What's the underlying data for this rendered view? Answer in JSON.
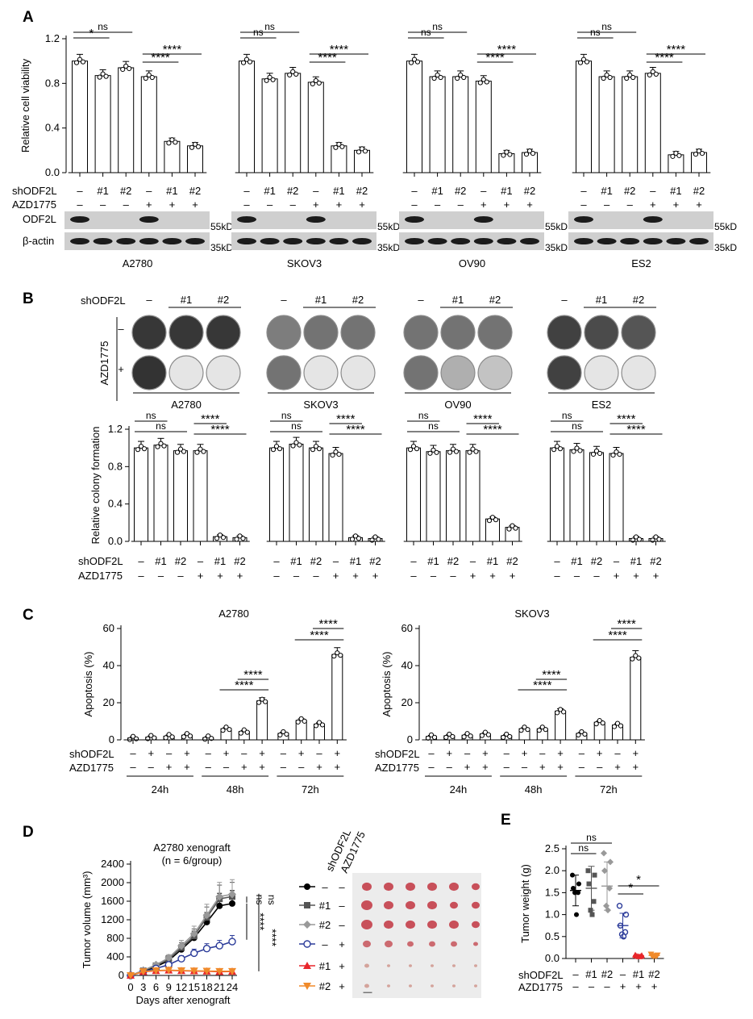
{
  "panel_letters": [
    "A",
    "B",
    "C",
    "D",
    "E"
  ],
  "row_labels": {
    "sh": "shODF2L",
    "azd": "AZD1775",
    "odf": "ODF2L",
    "actin": "β-actin"
  },
  "marks": {
    "dash": "–",
    "plus": "+",
    "h1": "#1",
    "h2": "#2"
  },
  "kd": {
    "k55": "55kD",
    "k35": "35kD"
  },
  "panelB": {
    "sh_header": "shODF2L",
    "azd_label": "AZD1775"
  },
  "panelD": {
    "scale_note": "—"
  },
  "colors": {
    "bar_fill": "#ffffff",
    "black": "#000000",
    "gray": "#555555",
    "light_gray": "#999999",
    "blue": "#2c3c9a",
    "red": "#e8262b",
    "orange": "#f08a2a",
    "blot_bg": "#cfcfcf",
    "band": "#1b1b1b"
  },
  "chart_data": [
    {
      "id": "A",
      "type": "bar",
      "ylabel": "Relative cell viability",
      "yticks": [
        "0.0",
        "0.4",
        "0.8",
        "1.2"
      ],
      "ylim": [
        0,
        1.2
      ],
      "sh_row": [
        "–",
        "#1",
        "#2",
        "–",
        "#1",
        "#2"
      ],
      "azd_row": [
        "–",
        "–",
        "–",
        "+",
        "+",
        "+"
      ],
      "groups": [
        {
          "name": "A2780",
          "values": [
            1.0,
            0.87,
            0.94,
            0.86,
            0.28,
            0.24
          ],
          "sig": [
            {
              "a": 0,
              "b": 1,
              "t": "*"
            },
            {
              "a": 0,
              "b": 2,
              "t": "ns"
            },
            {
              "a": 3,
              "b": 4,
              "t": "****"
            },
            {
              "a": 3,
              "b": 5,
              "t": "****"
            }
          ]
        },
        {
          "name": "SKOV3",
          "values": [
            1.0,
            0.84,
            0.89,
            0.81,
            0.24,
            0.2
          ],
          "sig": [
            {
              "a": 0,
              "b": 1,
              "t": "ns"
            },
            {
              "a": 0,
              "b": 2,
              "t": "ns"
            },
            {
              "a": 3,
              "b": 4,
              "t": "****"
            },
            {
              "a": 3,
              "b": 5,
              "t": "****"
            }
          ]
        },
        {
          "name": "OV90",
          "values": [
            1.0,
            0.86,
            0.86,
            0.82,
            0.17,
            0.18
          ],
          "sig": [
            {
              "a": 0,
              "b": 1,
              "t": "ns"
            },
            {
              "a": 0,
              "b": 2,
              "t": "ns"
            },
            {
              "a": 3,
              "b": 4,
              "t": "****"
            },
            {
              "a": 3,
              "b": 5,
              "t": "****"
            }
          ]
        },
        {
          "name": "ES2",
          "values": [
            1.0,
            0.86,
            0.86,
            0.89,
            0.16,
            0.18
          ],
          "sig": [
            {
              "a": 0,
              "b": 1,
              "t": "ns"
            },
            {
              "a": 0,
              "b": 2,
              "t": "ns"
            },
            {
              "a": 3,
              "b": 4,
              "t": "****"
            },
            {
              "a": 3,
              "b": 5,
              "t": "****"
            }
          ]
        }
      ]
    },
    {
      "id": "B",
      "type": "bar",
      "ylabel": "Relative colony formation",
      "yticks": [
        "0.0",
        "0.4",
        "0.8",
        "1.2"
      ],
      "ylim": [
        0,
        1.2
      ],
      "sh_row": [
        "–",
        "#1",
        "#2",
        "–",
        "#1",
        "#2"
      ],
      "azd_row": [
        "–",
        "–",
        "–",
        "+",
        "+",
        "+"
      ],
      "groups": [
        {
          "name": "A2780",
          "values": [
            1.0,
            1.03,
            0.97,
            0.97,
            0.05,
            0.04
          ],
          "survival": [
            0.9,
            0.9,
            0.9,
            0.92,
            0.03,
            0.03
          ],
          "sig": [
            {
              "a": 0,
              "b": 1,
              "t": "ns"
            },
            {
              "a": 0,
              "b": 2,
              "t": "ns"
            },
            {
              "a": 3,
              "b": 4,
              "t": "****"
            },
            {
              "a": 3,
              "b": 5,
              "t": "****"
            }
          ]
        },
        {
          "name": "SKOV3",
          "values": [
            1.0,
            1.04,
            1.0,
            0.94,
            0.04,
            0.03
          ],
          "survival": [
            0.55,
            0.6,
            0.6,
            0.6,
            0.03,
            0.03
          ],
          "sig": [
            {
              "a": 0,
              "b": 1,
              "t": "ns"
            },
            {
              "a": 0,
              "b": 2,
              "t": "ns"
            },
            {
              "a": 3,
              "b": 4,
              "t": "****"
            },
            {
              "a": 3,
              "b": 5,
              "t": "****"
            }
          ]
        },
        {
          "name": "OV90",
          "values": [
            1.0,
            0.96,
            0.97,
            0.97,
            0.24,
            0.15
          ],
          "survival": [
            0.6,
            0.6,
            0.6,
            0.6,
            0.3,
            0.2
          ],
          "sig": [
            {
              "a": 0,
              "b": 1,
              "t": "ns"
            },
            {
              "a": 0,
              "b": 2,
              "t": "ns"
            },
            {
              "a": 3,
              "b": 4,
              "t": "****"
            },
            {
              "a": 3,
              "b": 5,
              "t": "****"
            }
          ]
        },
        {
          "name": "ES2",
          "values": [
            1.0,
            0.98,
            0.95,
            0.94,
            0.03,
            0.03
          ],
          "survival": [
            0.85,
            0.8,
            0.75,
            0.85,
            0.03,
            0.03
          ],
          "sig": [
            {
              "a": 0,
              "b": 1,
              "t": "ns"
            },
            {
              "a": 0,
              "b": 2,
              "t": "ns"
            },
            {
              "a": 3,
              "b": 4,
              "t": "****"
            },
            {
              "a": 3,
              "b": 5,
              "t": "****"
            }
          ]
        }
      ]
    },
    {
      "id": "C",
      "type": "bar",
      "ylabel": "Apoptosis (%)",
      "yticks": [
        "0",
        "20",
        "40",
        "60"
      ],
      "ylim": [
        0,
        60
      ],
      "sh_row": [
        "–",
        "+",
        "–",
        "+",
        "–",
        "+",
        "–",
        "+",
        "–",
        "+",
        "–",
        "+"
      ],
      "azd_row": [
        "–",
        "–",
        "+",
        "+",
        "–",
        "–",
        "+",
        "+",
        "–",
        "–",
        "+",
        "+"
      ],
      "time_labels": [
        "24h",
        "48h",
        "72h"
      ],
      "groups": [
        {
          "name": "A2780",
          "values": [
            1.0,
            1.5,
            2.0,
            2.5,
            1.2,
            6.0,
            4.5,
            21.0,
            3.5,
            10.5,
            8.5,
            46.0
          ],
          "sig": [
            {
              "a": 6,
              "b": 7,
              "t": "****"
            },
            {
              "a": 5,
              "b": 7,
              "t": "****"
            },
            {
              "a": 10,
              "b": 11,
              "t": "****"
            },
            {
              "a": 9,
              "b": 11,
              "t": "****"
            }
          ]
        },
        {
          "name": "SKOV3",
          "values": [
            1.8,
            2.2,
            2.5,
            3.2,
            2.2,
            6.0,
            6.0,
            15.5,
            3.5,
            9.5,
            8.0,
            44.5
          ],
          "sig": [
            {
              "a": 6,
              "b": 7,
              "t": "****"
            },
            {
              "a": 5,
              "b": 7,
              "t": "****"
            },
            {
              "a": 10,
              "b": 11,
              "t": "****"
            },
            {
              "a": 9,
              "b": 11,
              "t": "****"
            }
          ]
        }
      ]
    },
    {
      "id": "D",
      "type": "line",
      "title": "A2780 xenograft",
      "subtitle": "(n = 6/group)",
      "xlabel": "Days after xenograft",
      "ylabel": "Tumor volume (mm³)",
      "x": [
        0,
        3,
        6,
        9,
        12,
        15,
        18,
        21,
        24
      ],
      "xticks": [
        "0",
        "3",
        "6",
        "9",
        "12",
        "15",
        "18",
        "21",
        "24"
      ],
      "yticks": [
        "0",
        "400",
        "800",
        "1200",
        "1600",
        "2000",
        "2400"
      ],
      "xlim": [
        0,
        24
      ],
      "ylim": [
        0,
        2400
      ],
      "series": [
        {
          "sh": "–",
          "azd": "–",
          "values": [
            0,
            90,
            190,
            320,
            560,
            810,
            1150,
            1500,
            1550
          ],
          "color": "#000000",
          "marker": "circle"
        },
        {
          "sh": "#1",
          "azd": "–",
          "values": [
            0,
            100,
            210,
            360,
            600,
            850,
            1250,
            1650,
            1700
          ],
          "color": "#555555",
          "marker": "square"
        },
        {
          "sh": "#2",
          "azd": "–",
          "values": [
            0,
            110,
            230,
            380,
            640,
            900,
            1300,
            1700,
            1750
          ],
          "color": "#999999",
          "marker": "diamond"
        },
        {
          "sh": "–",
          "azd": "+",
          "values": [
            0,
            80,
            150,
            230,
            360,
            480,
            580,
            640,
            730
          ],
          "color": "#2c3c9a",
          "marker": "open-circle"
        },
        {
          "sh": "#1",
          "azd": "+",
          "values": [
            0,
            80,
            100,
            110,
            100,
            95,
            90,
            80,
            85
          ],
          "color": "#e8262b",
          "marker": "triangle"
        },
        {
          "sh": "#2",
          "azd": "+",
          "values": [
            0,
            85,
            105,
            115,
            105,
            100,
            95,
            90,
            90
          ],
          "color": "#f08a2a",
          "marker": "triangle-down"
        }
      ],
      "sig": [
        "ns",
        "ns",
        "****",
        "****"
      ],
      "photo_headers": [
        "shODF2L",
        "AZD1775"
      ]
    },
    {
      "id": "E",
      "type": "scatter",
      "ylabel": "Tumor weight (g)",
      "yticks": [
        "0.0",
        "0.5",
        "1.0",
        "1.5",
        "2.0",
        "2.5"
      ],
      "ylim": [
        0,
        2.5
      ],
      "sh_row": [
        "–",
        "#1",
        "#2",
        "–",
        "#1",
        "#2"
      ],
      "azd_row": [
        "–",
        "–",
        "–",
        "+",
        "+",
        "+"
      ],
      "groups": [
        {
          "mean": 1.55,
          "sd": 0.35,
          "points": [
            1.9,
            1.7,
            1.6,
            1.5,
            1.5,
            1.0
          ],
          "color": "#000000",
          "marker": "circle"
        },
        {
          "mean": 1.6,
          "sd": 0.5,
          "points": [
            2.0,
            1.9,
            1.7,
            1.3,
            1.1,
            1.0
          ],
          "color": "#555555",
          "marker": "square"
        },
        {
          "mean": 1.65,
          "sd": 0.55,
          "points": [
            2.4,
            2.2,
            2.0,
            1.6,
            1.2,
            1.1
          ],
          "color": "#999999",
          "marker": "diamond"
        },
        {
          "mean": 0.75,
          "sd": 0.28,
          "points": [
            1.2,
            1.0,
            0.75,
            0.6,
            0.55,
            0.5
          ],
          "color": "#2c3c9a",
          "marker": "open-circle"
        },
        {
          "mean": 0.06,
          "sd": 0.03,
          "points": [
            0.08,
            0.07,
            0.06,
            0.05,
            0.05,
            0.04
          ],
          "color": "#e8262b",
          "marker": "triangle"
        },
        {
          "mean": 0.07,
          "sd": 0.03,
          "points": [
            0.1,
            0.08,
            0.07,
            0.06,
            0.05,
            0.05
          ],
          "color": "#f08a2a",
          "marker": "triangle-down"
        }
      ],
      "sig": [
        {
          "a": 0,
          "b": 1,
          "t": "ns"
        },
        {
          "a": 0,
          "b": 2,
          "t": "ns"
        },
        {
          "a": 3,
          "b": 4,
          "t": "*"
        },
        {
          "a": 3,
          "b": 5,
          "t": "*"
        }
      ]
    }
  ]
}
